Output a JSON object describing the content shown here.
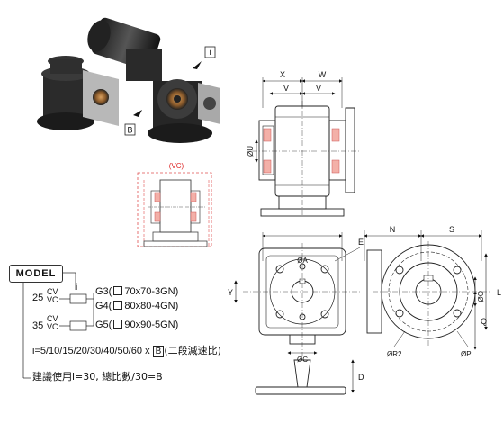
{
  "callouts": {
    "i_label": "i",
    "b_label": "B"
  },
  "vc_label": "(VC)",
  "dims_side": {
    "x": "X",
    "w": "W",
    "v1": "V",
    "v2": "V",
    "u": "ØU"
  },
  "dims_front": {
    "n": "N",
    "s": "S",
    "e": "E",
    "a": "ØA",
    "y": "Y",
    "l": "L",
    "o": "ØO",
    "q": "Q",
    "r2": "ØR2",
    "p": "ØP",
    "c": "ØC",
    "d": "D"
  },
  "model": {
    "title": "MODEL",
    "row1_prefix": "25",
    "row1_stack_top": "CV",
    "row1_stack_bottom": "VC",
    "i_label": "i",
    "g3": "G3(",
    "g3_spec": "70x70-3GN)",
    "g4": "G4(",
    "g4_spec": "80x80-4GN)",
    "row2_prefix": "35",
    "row2_stack_top": "CV",
    "row2_stack_bottom": "VC",
    "g5": "G5(",
    "g5_spec": "90x90-5GN)",
    "ratio": "i=5/10/15/20/30/40/50/60 x",
    "ratio_b": "B",
    "ratio_note": "(二段減速比)",
    "recommend": "建議使用i=30, 總比數/30=B"
  }
}
